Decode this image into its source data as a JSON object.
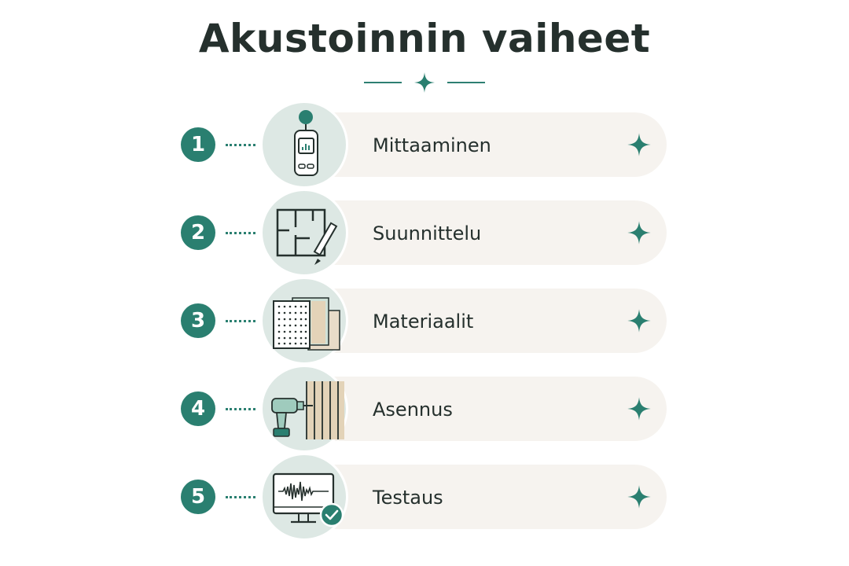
{
  "title": "Akustoinnin vaiheet",
  "colors": {
    "accent": "#2a7f70",
    "text": "#25302d",
    "bar": "#f6f3ef",
    "icon_bg": "#dde8e4"
  },
  "steps": [
    {
      "number": "1",
      "label": "Mittaaminen",
      "icon": "sound-level-meter-icon"
    },
    {
      "number": "2",
      "label": "Suunnittelu",
      "icon": "floor-plan-pencil-icon"
    },
    {
      "number": "3",
      "label": "Materiaalit",
      "icon": "acoustic-panels-icon"
    },
    {
      "number": "4",
      "label": "Asennus",
      "icon": "drill-wood-panel-icon"
    },
    {
      "number": "5",
      "label": "Testaus",
      "icon": "monitor-waveform-check-icon"
    }
  ]
}
